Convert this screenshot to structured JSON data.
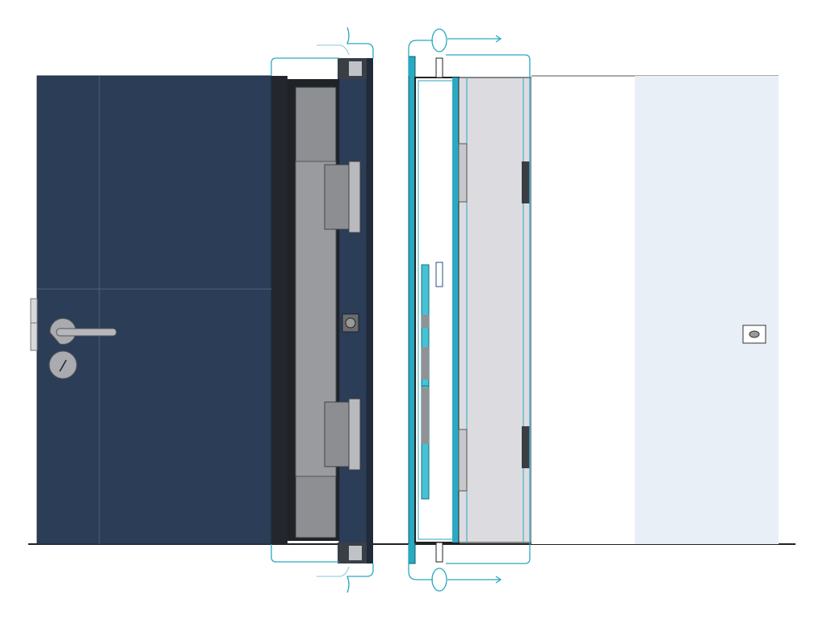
{
  "diagram": {
    "type": "door-elevation-and-section",
    "colors": {
      "door_panel": "#2b3d57",
      "door_line": "#4a5b73",
      "frame_dark": "#1f2328",
      "glass_grey": "#8e8f93",
      "inner_grey": "#dcdce0",
      "wall_light": "#e9eff6",
      "callout": "#2aa9c2",
      "seal_teal": "#45c3d6",
      "hardware": "#a9abb0",
      "floor": "#222222"
    },
    "icons": [
      "door-handle",
      "key-lock",
      "hinge",
      "door-closer",
      "wall-switch"
    ]
  }
}
